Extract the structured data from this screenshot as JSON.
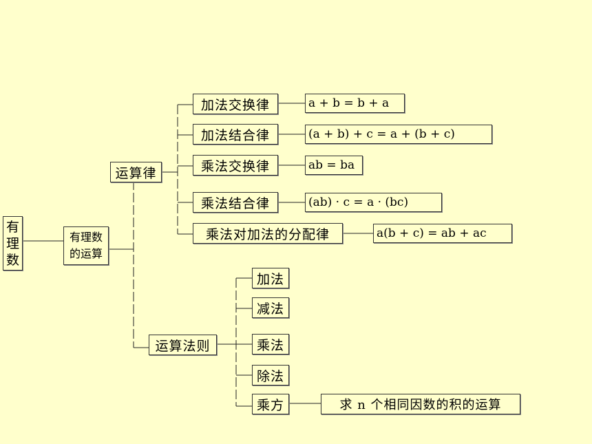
{
  "root": {
    "label_chars": [
      "有",
      "理",
      "数"
    ]
  },
  "ops": {
    "line1": "有理数",
    "line2": "的运算"
  },
  "laws": {
    "title": "运算律",
    "items": [
      {
        "name": "加法交换律",
        "formula": "a + b = b + a"
      },
      {
        "name": "加法结合律",
        "formula": "(a + b) + c = a + (b + c)"
      },
      {
        "name": "乘法交换律",
        "formula": "ab = ba"
      },
      {
        "name": "乘法结合律",
        "formula": "(ab) · c = a · (bc)"
      },
      {
        "name": "乘法对加法的分配律",
        "formula": "a(b + c) = ab + ac"
      }
    ]
  },
  "rules": {
    "title": "运算法则",
    "items": [
      "加法",
      "减法",
      "乘法",
      "除法",
      "乘方"
    ],
    "power_desc": "求 n 个相同因数的积的运算"
  }
}
